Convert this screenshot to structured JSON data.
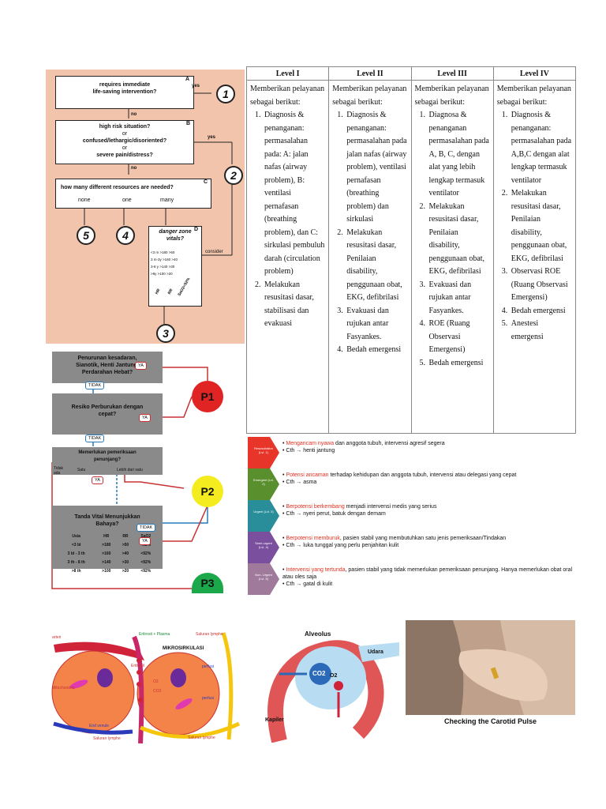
{
  "esi": {
    "box_a": "requires immediate\nlife-saving intervention?",
    "box_b_1": "high risk situation?",
    "box_b_or1": "or",
    "box_b_2": "confused/lethargic/disoriented?",
    "box_b_or2": "or",
    "box_b_3": "severe pain/distress?",
    "box_c": "how many different resources are needed?",
    "none": "none",
    "one": "one",
    "many": "many",
    "box_d_title": "danger zone\nvitals?",
    "yes1": "yes",
    "yes2": "yes",
    "no1": "no",
    "no2": "no",
    "consider": "consider",
    "letters": [
      "A",
      "B",
      "C",
      "D"
    ],
    "numbers": [
      "1",
      "2",
      "3",
      "4",
      "5"
    ],
    "vitals_rows": [
      "<3 m",
      "3 m-3y",
      "3-8 y",
      ">8y"
    ],
    "vitals_vals": [
      ">180 >50",
      ">160 >40",
      ">140 >30",
      ">100 >20"
    ],
    "vitals_cols": [
      "HR",
      "RR",
      "SaO2<92%"
    ]
  },
  "triage": {
    "q1": "Penurunan kesadaran,\nSianotik, Henti Jantung,\nPerdarahan Hebat?",
    "q2": "Resiko Perburukan dengan\ncepat?",
    "q3": "Memerlukan pemeriksaan\npenunjang?",
    "q4": "Tanda Vital Menunjukkan\nBahaya?",
    "ya": "YA",
    "tidak": "TIDAK",
    "opt_none": "Tidak\nada",
    "opt_one": "Satu",
    "opt_many": "Lebih dari satu",
    "vt_head": [
      "Usia",
      "HR",
      "RR",
      "SaO2"
    ],
    "vt_rows": [
      [
        "<3 bl",
        ">180",
        ">50",
        "<92%"
      ],
      [
        "3 bl - 3 th",
        ">160",
        ">40",
        "<92%"
      ],
      [
        "3 th - 8 th",
        ">140",
        ">30",
        "<92%"
      ],
      [
        ">8 th",
        ">100",
        ">20",
        "<92%"
      ]
    ],
    "p1": "P1",
    "p2": "P2",
    "p3": "P3",
    "colors": {
      "p1": "#e02424",
      "p2": "#f4ec1e",
      "p3": "#1aa84a",
      "arrow_red": "#c83232",
      "arrow_blue": "#2a7ab8"
    }
  },
  "table": {
    "headers": [
      "Level I",
      "Level II",
      "Level III",
      "Level IV"
    ],
    "intro": "Memberikan pelayanan sebagai berikut:",
    "col1": [
      "Diagnosis & penanganan: permasalahan pada: A: jalan nafas (airway problem), B: ventilasi pernafasan (breathing problem), dan C: sirkulasi pembuluh darah (circulation problem)",
      "Melakukan resusitasi dasar, stabilisasi dan evakuasi"
    ],
    "col2": [
      "Diagnosis & penanganan: permasalahan pada jalan nafas (airway problem), ventilasi pernafasan (breathing problem) dan sirkulasi",
      "Melakukan resusitasi dasar, Penilaian disability, penggunaan obat, EKG, defibrilasi",
      "Evakuasi dan rujukan antar Fasyankes.",
      "Bedah emergensi"
    ],
    "col3": [
      "Diagnosa & penanganan permasalahan pada A, B, C, dengan alat yang lebih lengkap termasuk ventilator",
      "Melakukan resusitasi dasar, Penilaian disability, penggunaan obat, EKG, defibrilasi",
      "Evakuasi dan rujukan antar Fasyankes.",
      "ROE (Ruang Observasi Emergensi)",
      "Bedah emergensi"
    ],
    "col4": [
      "Diagnosis & penanganan: permasalahan pada A,B,C dengan alat lengkap termasuk ventilator",
      "Melakukan resusitasi dasar, Penilaian disability, penggunaan obat, EKG, defibrilasi",
      "Observasi ROE (Ruang Observasi Emergensi)",
      "Bedah emergensi",
      "Anestesi emergensi"
    ]
  },
  "esi_levels": [
    {
      "chev": "Resuscitation\n(Lvl. 1)",
      "color": "#e8352a",
      "red": "Mengancam nyawa",
      "rest": " dan anggota tubuh, intervensi agresif segera",
      "example": "Cth → henti jantung"
    },
    {
      "chev": "Emergent (Lvl.\n2)",
      "color": "#5a8f2e",
      "red": "Potensi ancaman",
      "rest": " terhadap kehidupan dan anggota tubuh, intervensi atau delegasi yang cepat",
      "example": "Cth → asma"
    },
    {
      "chev": "Urgent (Lvl. 3)",
      "color": "#2a8e9a",
      "red": "Berpotensi berkembang",
      "rest": " menjadi intervensi medis yang serius",
      "example": "Cth → nyeri perut, batuk dengan demam"
    },
    {
      "chev": "Semi-urgent\n(Lvl. 4)",
      "color": "#7a4f9e",
      "red": "Berpotensi memburuk",
      "rest": ", pasien stabil yang membutuhkan satu jenis pemeriksaan/Tindakan",
      "example": "Cth → luka tunggal yang perlu penjahitan kulit"
    },
    {
      "chev": "Non- Urgent\n(Lvl. 5)",
      "color": "#a07a9a",
      "red": "Intervensi yang tertunda",
      "rest": ", pasien stabil yang tidak memerlukan pemeriksaan penunjang. Hanya memerlukan obat oral atau oles saja",
      "example": "Cth → gatal di kulit"
    }
  ],
  "micro": {
    "title": "MIKROSIRKULASI",
    "arteriole": "arteriole",
    "eritrosit_plasma": "Eritrosit + Plasma",
    "saluran1": "Saluran lymphe",
    "saluran2": "Saluran lymphe",
    "saluran3": "Saluran lymphe",
    "endvenule": "End venule",
    "eritrosit": "Eritrosit",
    "perfusi1": "perfusi",
    "perfusi2": "perfusi",
    "mito": "Mitochondria",
    "arteri": "arteri",
    "o2": "O2",
    "co2": "CO2"
  },
  "alveolus": {
    "alveolus": "Alveolus",
    "udara": "Udara",
    "co2": "CO2",
    "o2": "O2",
    "kapiler": "Kapiler"
  },
  "carotid": {
    "caption": "Checking the Carotid Pulse"
  }
}
